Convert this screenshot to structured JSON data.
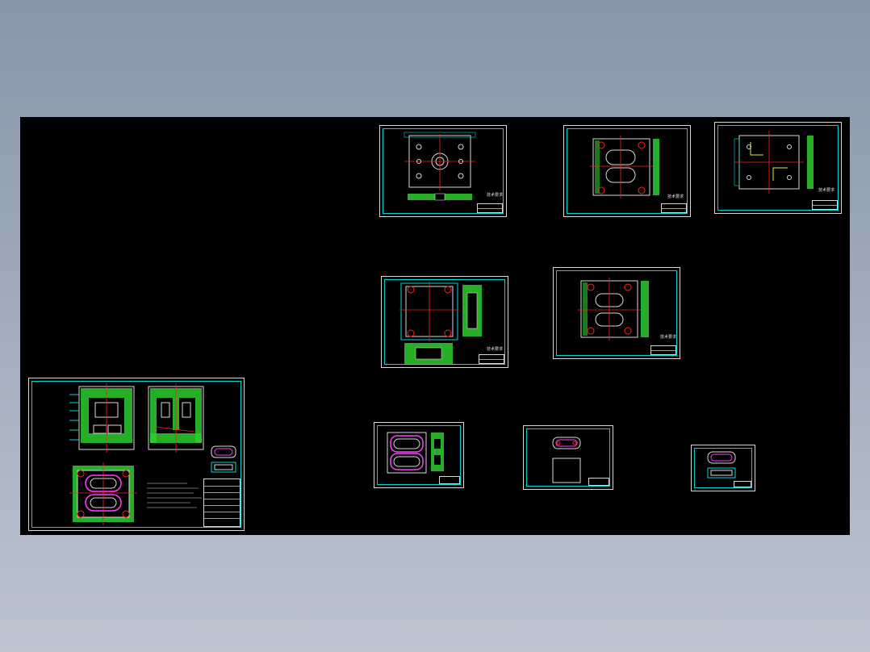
{
  "viewer": {
    "canvas_background": "#000000",
    "frame_color": "#00d8d8",
    "sheet_color": "#d8d8d8",
    "hatch_color": "#2ecc2e",
    "centerline_color": "#ff2020",
    "part_color": "#ff40ff"
  },
  "sheets": [
    {
      "name": "sheet-assembly",
      "label": ""
    },
    {
      "name": "sheet-plate-1",
      "label": "技术要求"
    },
    {
      "name": "sheet-plate-2",
      "label": "技术要求"
    },
    {
      "name": "sheet-plate-3",
      "label": "技术要求"
    },
    {
      "name": "sheet-plate-4",
      "label": "技术要求"
    },
    {
      "name": "sheet-plate-5",
      "label": "技术要求"
    },
    {
      "name": "sheet-cavity",
      "label": ""
    },
    {
      "name": "sheet-core",
      "label": ""
    },
    {
      "name": "sheet-insert",
      "label": ""
    }
  ]
}
